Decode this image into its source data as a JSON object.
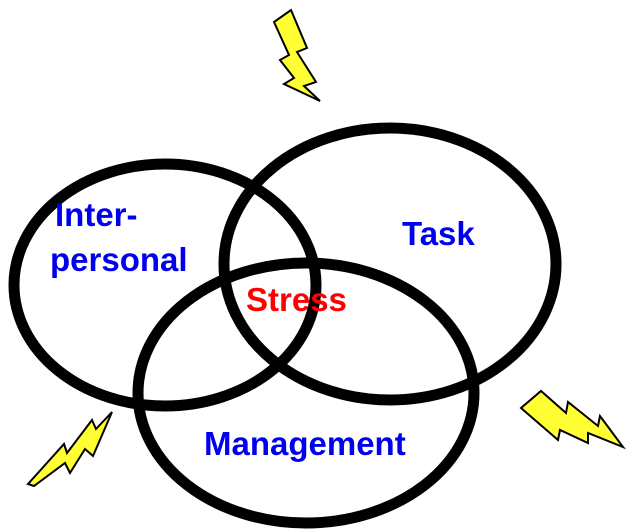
{
  "diagram": {
    "circles": [
      {
        "id": "interpersonal",
        "label_lines": [
          "Inter-",
          "personal"
        ],
        "color": "#0000ee"
      },
      {
        "id": "task",
        "label_lines": [
          "Task"
        ],
        "color": "#0000ee"
      },
      {
        "id": "management",
        "label_lines": [
          "Management"
        ],
        "color": "#0000ee"
      }
    ],
    "center": {
      "label": "Stress",
      "color": "#ff0000"
    },
    "stroke_color": "#000000",
    "bolt_fill": "#ffff33",
    "bolt_stroke": "#000000"
  }
}
